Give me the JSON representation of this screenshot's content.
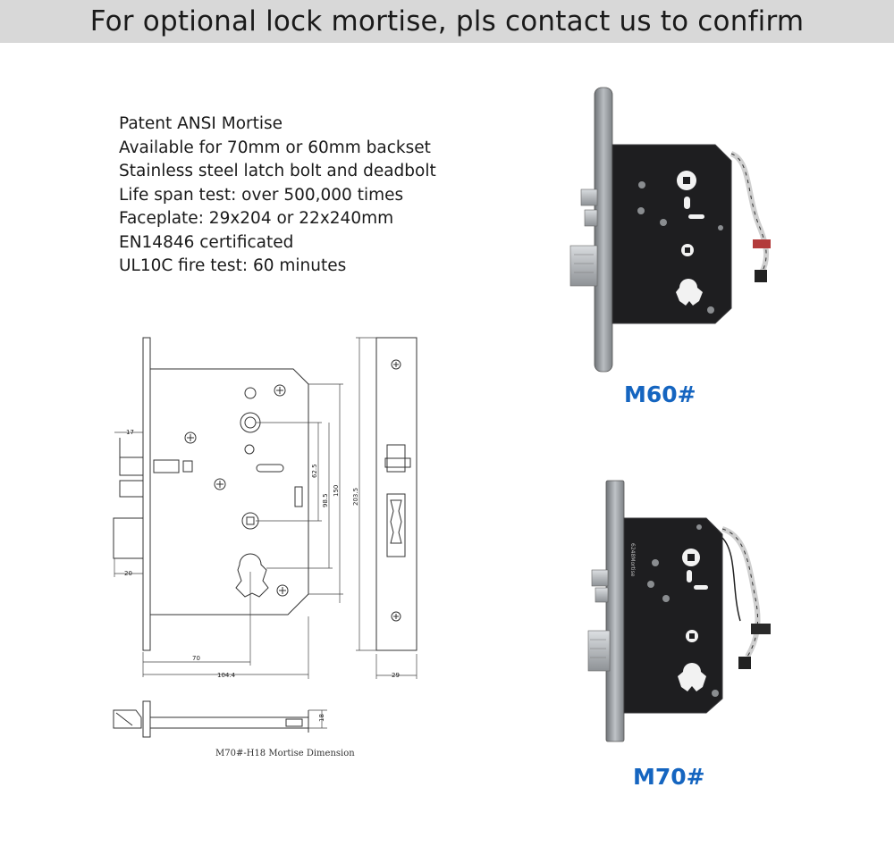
{
  "banner": {
    "title": "For optional lock mortise, pls contact us to confirm"
  },
  "specs": [
    "Patent ANSI Mortise",
    "Available for 70mm or 60mm backset",
    "Stainless steel latch bolt and deadbolt",
    "Life span test: over 500,000 times",
    "Faceplate: 29x204 or 22x240mm",
    "EN14846 certificated",
    "UL10C fire test: 60 minutes"
  ],
  "drawing": {
    "caption": "M70#-H18 Mortise Dimension",
    "dims": {
      "d17": "17",
      "d20": "20",
      "d62_5": "62.5",
      "d98_5": "98.5",
      "d150": "150",
      "d203_5": "203.5",
      "d70": "70",
      "d104_4": "104.4",
      "d29": "29",
      "d18": "18"
    }
  },
  "products": {
    "m60_label": "M60#",
    "m70_label": "M70#",
    "m70_engraving": "6248Mortise"
  },
  "colors": {
    "label_blue": "#1565c0",
    "banner_gray": "#d8d8d8",
    "lock_body": "#1e1e20",
    "faceplate": "#9a9ea3"
  }
}
